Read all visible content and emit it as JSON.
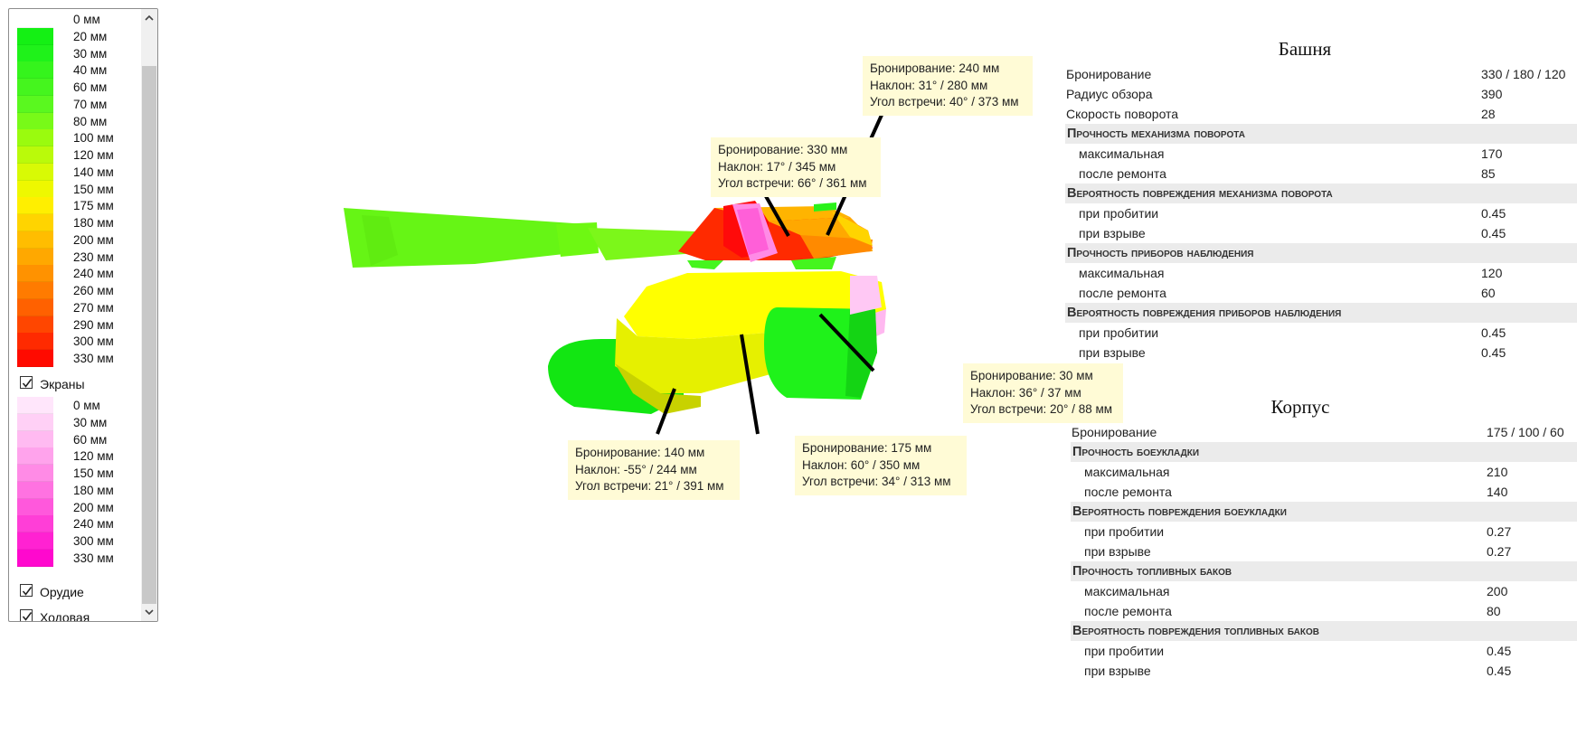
{
  "legend": {
    "armor_items": [
      {
        "label": "0 мм",
        "color": "#ffffff"
      },
      {
        "label": "20 мм",
        "color": "#14f014"
      },
      {
        "label": "30 мм",
        "color": "#1ff21a"
      },
      {
        "label": "40 мм",
        "color": "#35f41c"
      },
      {
        "label": "60 мм",
        "color": "#45f51e"
      },
      {
        "label": "70 мм",
        "color": "#5af81f"
      },
      {
        "label": "80 мм",
        "color": "#78fa18"
      },
      {
        "label": "100 мм",
        "color": "#9afb0e"
      },
      {
        "label": "120 мм",
        "color": "#bafa0a"
      },
      {
        "label": "140 мм",
        "color": "#d8fa05"
      },
      {
        "label": "150 мм",
        "color": "#eef800"
      },
      {
        "label": "175 мм",
        "color": "#ffef00"
      },
      {
        "label": "180 мм",
        "color": "#ffd400"
      },
      {
        "label": "200 мм",
        "color": "#ffbd00"
      },
      {
        "label": "230 мм",
        "color": "#ffa800"
      },
      {
        "label": "240 мм",
        "color": "#ff9200"
      },
      {
        "label": "260 мм",
        "color": "#ff7b00"
      },
      {
        "label": "270 мм",
        "color": "#ff6100"
      },
      {
        "label": "290 мм",
        "color": "#ff4600"
      },
      {
        "label": "300 мм",
        "color": "#ff2a00"
      },
      {
        "label": "330 мм",
        "color": "#ff0a00"
      }
    ],
    "screens_checkbox": {
      "label": "Экраны",
      "checked": true
    },
    "screen_items": [
      {
        "label": "0 мм",
        "color": "#ffe6fb"
      },
      {
        "label": "30 мм",
        "color": "#ffd0f6"
      },
      {
        "label": "60 мм",
        "color": "#ffbaf1"
      },
      {
        "label": "120 мм",
        "color": "#ffa3ec"
      },
      {
        "label": "150 мм",
        "color": "#ff8be6"
      },
      {
        "label": "180 мм",
        "color": "#ff72e1"
      },
      {
        "label": "200 мм",
        "color": "#ff58dc"
      },
      {
        "label": "240 мм",
        "color": "#ff3ed7"
      },
      {
        "label": "300 мм",
        "color": "#ff22d2"
      },
      {
        "label": "330 мм",
        "color": "#ff08ce"
      }
    ],
    "gun_checkbox": {
      "label": "Орудие",
      "checked": true
    },
    "chassis_checkbox": {
      "label": "Ходовая",
      "checked": true
    }
  },
  "tooltips": {
    "turret_roof": [
      "Бронирование: 240 мм",
      "Наклон: 31° / 280 мм",
      "Угол встречи: 40° / 373 мм"
    ],
    "mantlet": [
      "Бронирование: 330 мм",
      "Наклон: 17° / 345 мм",
      "Угол встречи: 66° / 361 мм"
    ],
    "side_screen": [
      "Бронирование: 30 мм",
      "Наклон: 36° / 37 мм",
      "Угол встречи: 20° / 88 мм"
    ],
    "lower_plate": [
      "Бронирование: 140 мм",
      "Наклон: -55° / 244 мм",
      "Угол встречи: 21° / 391 мм"
    ],
    "upper_plate": [
      "Бронирование: 175 мм",
      "Наклон: 60° / 350 мм",
      "Угол встречи: 34° / 313 мм"
    ]
  },
  "turret": {
    "title": "Башня",
    "rows": [
      {
        "type": "item",
        "indent": false,
        "key": "Бронирование",
        "value": "330 / 180 / 120"
      },
      {
        "type": "item",
        "indent": false,
        "key": "Радиус обзора",
        "value": "390"
      },
      {
        "type": "item",
        "indent": false,
        "key": "Скорость поворота",
        "value": "28"
      },
      {
        "type": "header",
        "key": "Прочность механизма поворота"
      },
      {
        "type": "item",
        "indent": true,
        "key": "максимальная",
        "value": "170"
      },
      {
        "type": "item",
        "indent": true,
        "key": "после ремонта",
        "value": "85"
      },
      {
        "type": "header",
        "key": "Вероятность повреждения механизма поворота"
      },
      {
        "type": "item",
        "indent": true,
        "key": "при пробитии",
        "value": "0.45"
      },
      {
        "type": "item",
        "indent": true,
        "key": "при взрыве",
        "value": "0.45"
      },
      {
        "type": "header",
        "key": "Прочность приборов наблюдения"
      },
      {
        "type": "item",
        "indent": true,
        "key": "максимальная",
        "value": "120"
      },
      {
        "type": "item",
        "indent": true,
        "key": "после ремонта",
        "value": "60"
      },
      {
        "type": "header",
        "key": "Вероятность повреждения приборов наблюдения"
      },
      {
        "type": "item",
        "indent": true,
        "key": "при пробитии",
        "value": "0.45"
      },
      {
        "type": "item",
        "indent": true,
        "key": "при взрыве",
        "value": "0.45"
      }
    ]
  },
  "hull": {
    "title": "Корпус",
    "rows": [
      {
        "type": "item",
        "indent": false,
        "key": "Бронирование",
        "value": "175 / 100 / 60"
      },
      {
        "type": "header",
        "key": "Прочность боеукладки"
      },
      {
        "type": "item",
        "indent": true,
        "key": "максимальная",
        "value": "210"
      },
      {
        "type": "item",
        "indent": true,
        "key": "после ремонта",
        "value": "140"
      },
      {
        "type": "header",
        "key": "Вероятность повреждения боеукладки"
      },
      {
        "type": "item",
        "indent": true,
        "key": "при пробитии",
        "value": "0.27"
      },
      {
        "type": "item",
        "indent": true,
        "key": "при взрыве",
        "value": "0.27"
      },
      {
        "type": "header",
        "key": "Прочность топливных баков"
      },
      {
        "type": "item",
        "indent": true,
        "key": "максимальная",
        "value": "200"
      },
      {
        "type": "item",
        "indent": true,
        "key": "после ремонта",
        "value": "80"
      },
      {
        "type": "header",
        "key": "Вероятность повреждения топливных баков"
      },
      {
        "type": "item",
        "indent": true,
        "key": "при пробитии",
        "value": "0.45"
      },
      {
        "type": "item",
        "indent": true,
        "key": "при взрыве",
        "value": "0.45"
      }
    ]
  }
}
